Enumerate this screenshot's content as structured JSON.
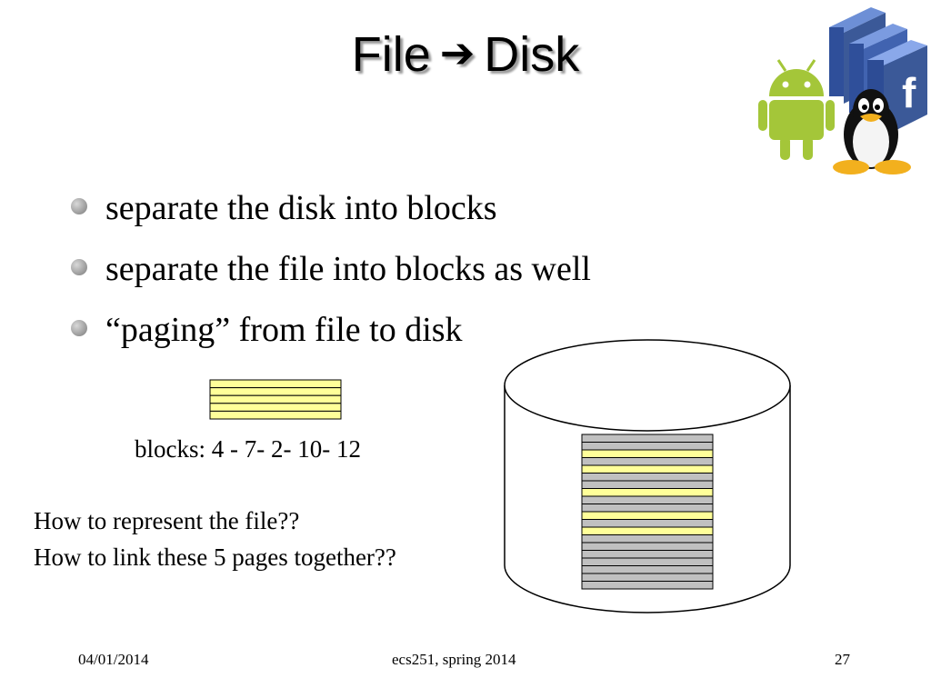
{
  "slide": {
    "title_left": "File",
    "title_arrow": "➔",
    "title_right": "Disk",
    "bullets": [
      "separate the disk into blocks",
      "separate the file into blocks as well",
      "“paging” from file to disk"
    ],
    "blocks_label": "blocks: 4 - 7- 2- 10- 12",
    "questions": [
      "How to represent the file??",
      "How to link these 5 pages together??"
    ]
  },
  "logos": {
    "facebook_letter": "f",
    "items": [
      "facebook-icon",
      "android-icon",
      "tux-penguin-icon"
    ]
  },
  "diagram": {
    "file_block_count": 5,
    "disk_block_count": 20,
    "highlighted_disk_blocks": [
      2,
      4,
      7,
      10,
      12
    ],
    "colors": {
      "file_block": "#ffff99",
      "highlight": "#ffff99",
      "disk_block": "#c0c0c0",
      "outline": "#000000"
    }
  },
  "footer": {
    "date": "04/01/2014",
    "course": "ecs251, spring 2014",
    "page": "27"
  }
}
